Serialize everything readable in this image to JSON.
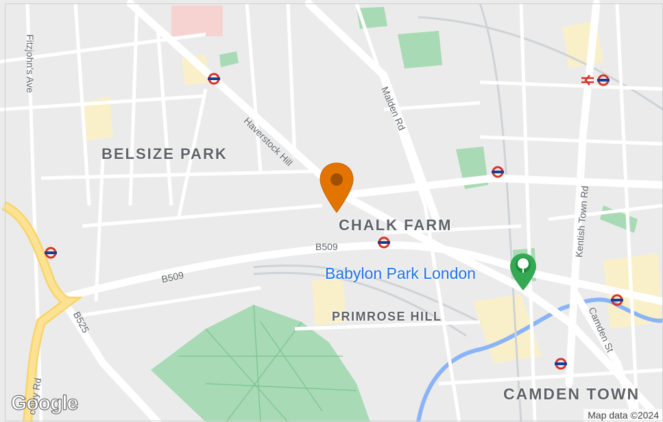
{
  "map": {
    "areas": {
      "belsize_park": "BELSIZE PARK",
      "chalk_farm": "CHALK FARM",
      "primrose_hill": "PRIMROSE HILL",
      "camden_town": "CAMDEN TOWN"
    },
    "roads": {
      "fitzjohns": "Fitzjohn's Ave",
      "haverstock": "Haverstock Hill",
      "malden": "Malden Rd",
      "kentish": "Kentish Town Rd",
      "b509_a": "B509",
      "b509_b": "B509",
      "b525": "B525",
      "finchley": "chley Rd",
      "camden_st": "Camden St"
    },
    "poi": {
      "label": "Babylon Park London",
      "icon": "park-tree-icon"
    },
    "marker": {
      "icon": "location-pin-icon",
      "color": "#e37400"
    },
    "colors": {
      "park": "#a8dab5",
      "water": "#8ab4f8",
      "major_road": "#fde293",
      "background": "#ebebeb"
    }
  },
  "branding": {
    "logo": "Google",
    "attribution": "Map data ©2024"
  }
}
